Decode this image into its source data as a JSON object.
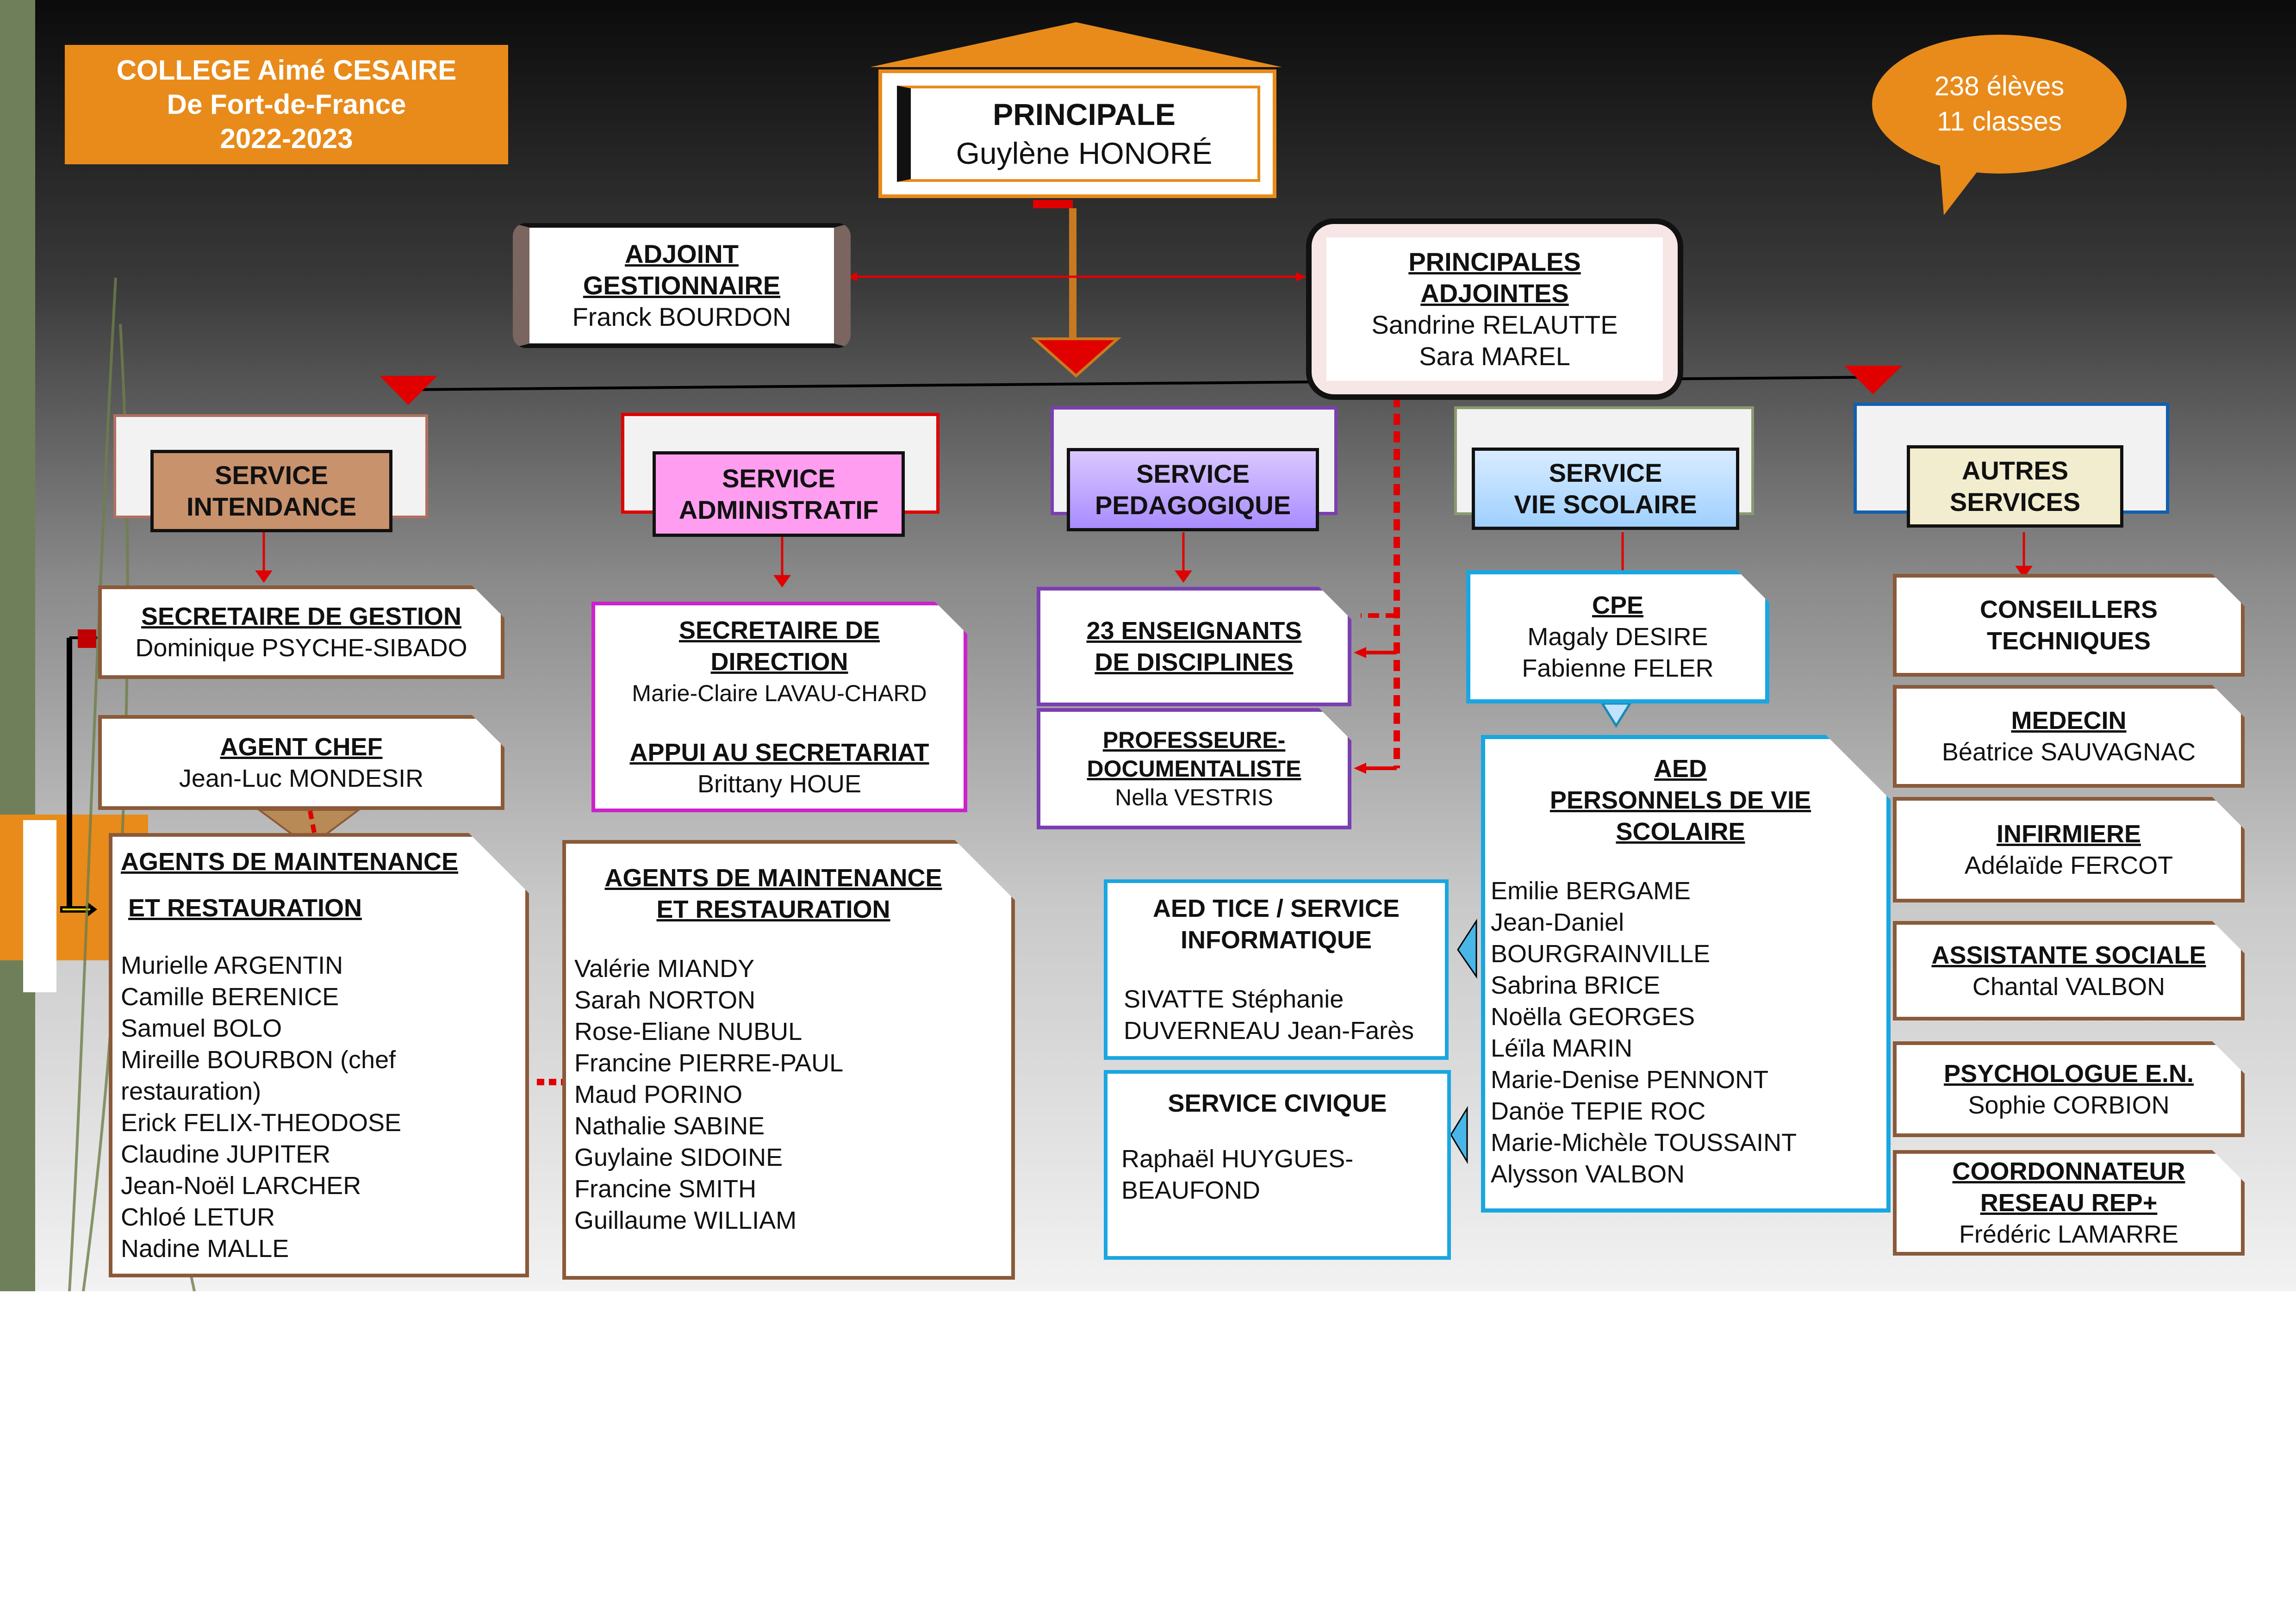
{
  "header": {
    "college_line1": "COLLEGE Aimé CESAIRE",
    "college_line2": "De Fort-de-France",
    "college_line3": "2022-2023",
    "stats_line1": "238 élèves",
    "stats_line2": "11 classes"
  },
  "principale": {
    "title": "PRINCIPALE",
    "name": "Guylène HONORÉ"
  },
  "adjoint": {
    "title1": "ADJOINT",
    "title2": "GESTIONNAIRE",
    "name": "Franck BOURDON"
  },
  "adjointes": {
    "title1": "PRINCIPALES",
    "title2": "ADJOINTES",
    "name1": "Sandrine RELAUTTE",
    "name2": "Sara MAREL"
  },
  "services": {
    "intendance": {
      "line1": "SERVICE",
      "line2": "INTENDANCE"
    },
    "administratif": {
      "line1": "SERVICE",
      "line2": "ADMINISTRATIF"
    },
    "pedagogique": {
      "line1": "SERVICE",
      "line2": "PEDAGOGIQUE"
    },
    "vie_scolaire": {
      "line1": "SERVICE",
      "line2": "VIE SCOLAIRE"
    },
    "autres": {
      "line1": "AUTRES",
      "line2": "SERVICES"
    }
  },
  "intendance": {
    "secretaire_title": "SECRETAIRE DE GESTION",
    "secretaire_name": "Dominique PSYCHE-SIBADO",
    "agent_chef_title": "AGENT CHEF",
    "agent_chef_name": "Jean-Luc MONDESIR",
    "agents_title1": "AGENTS DE MAINTENANCE",
    "agents_title2": "ET RESTAURATION",
    "agents": [
      "Murielle ARGENTIN",
      "Camille BERENICE",
      "Samuel BOLO",
      "Mireille BOURBON (chef",
      "restauration)",
      "Erick FELIX-THEODOSE",
      "Claudine JUPITER",
      "Jean-Noël LARCHER",
      "Chloé LETUR",
      "Nadine MALLE"
    ]
  },
  "administratif": {
    "secretaire_title1": "SECRETAIRE DE",
    "secretaire_title2": "DIRECTION",
    "secretaire_name": "Marie-Claire LAVAU-CHARD",
    "appui_title": "APPUI AU SECRETARIAT",
    "appui_name": "Brittany HOUE",
    "agents_title1": "AGENTS DE MAINTENANCE",
    "agents_title2": "ET RESTAURATION",
    "agents": [
      "Valérie MIANDY",
      "Sarah NORTON",
      "Rose-Eliane NUBUL",
      "Francine PIERRE-PAUL",
      "Maud PORINO",
      "Nathalie SABINE",
      "Guylaine SIDOINE",
      "Francine SMITH",
      "Guillaume WILLIAM"
    ]
  },
  "pedagogique": {
    "enseignants1": "23 ENSEIGNANTS",
    "enseignants2": "DE DISCIPLINES",
    "doc_title1": "PROFESSEURE-",
    "doc_title2": "DOCUMENTALISTE",
    "doc_name": "Nella VESTRIS",
    "tice_title1": "AED TICE / SERVICE",
    "tice_title2": "INFORMATIQUE",
    "tice_name1": "SIVATTE Stéphanie",
    "tice_name2": "DUVERNEAU Jean-Farès",
    "civique_title": "SERVICE CIVIQUE",
    "civique_name1": "Raphaël HUYGUES-",
    "civique_name2": "BEAUFOND"
  },
  "vie_scolaire": {
    "cpe_title": "CPE",
    "cpe_name1": "Magaly DESIRE",
    "cpe_name2": "Fabienne FELER",
    "aed_title1": "AED",
    "aed_title2": "PERSONNELS DE VIE",
    "aed_title3": "SCOLAIRE",
    "aed": [
      "Emilie BERGAME",
      "Jean-Daniel",
      "BOURGRAINVILLE",
      "Sabrina BRICE",
      "Noëlla GEORGES",
      "Léïla MARIN",
      "Marie-Denise PENNONT",
      "Danöe TEPIE ROC",
      "Marie-Michèle TOUSSAINT",
      "Alysson VALBON"
    ]
  },
  "autres": {
    "conseillers1": "CONSEILLERS",
    "conseillers2": "TECHNIQUES",
    "medecin_title": "MEDECIN",
    "medecin_name": "Béatrice SAUVAGNAC",
    "infirmiere_title": "INFIRMIERE",
    "infirmiere_name": "Adélaïde FERCOT",
    "assistante_title": "ASSISTANTE SOCIALE",
    "assistante_name": "Chantal VALBON",
    "psychologue_title": "PSYCHOLOGUE E.N.",
    "psychologue_name": "Sophie CORBION",
    "coord_title1": "COORDONNATEUR",
    "coord_title2": "RESEAU REP+",
    "coord_name": "Frédéric LAMARRE"
  },
  "colors": {
    "orange": "#e88b1b",
    "brown": "#8a5a3a",
    "pink": "#ff9ef0",
    "purple": "#b9a0ff",
    "lightblue": "#a9d3ff",
    "cream": "#f2edcf",
    "tan": "#c89070",
    "red": "#e00000",
    "cyan": "#1aa6e0"
  }
}
